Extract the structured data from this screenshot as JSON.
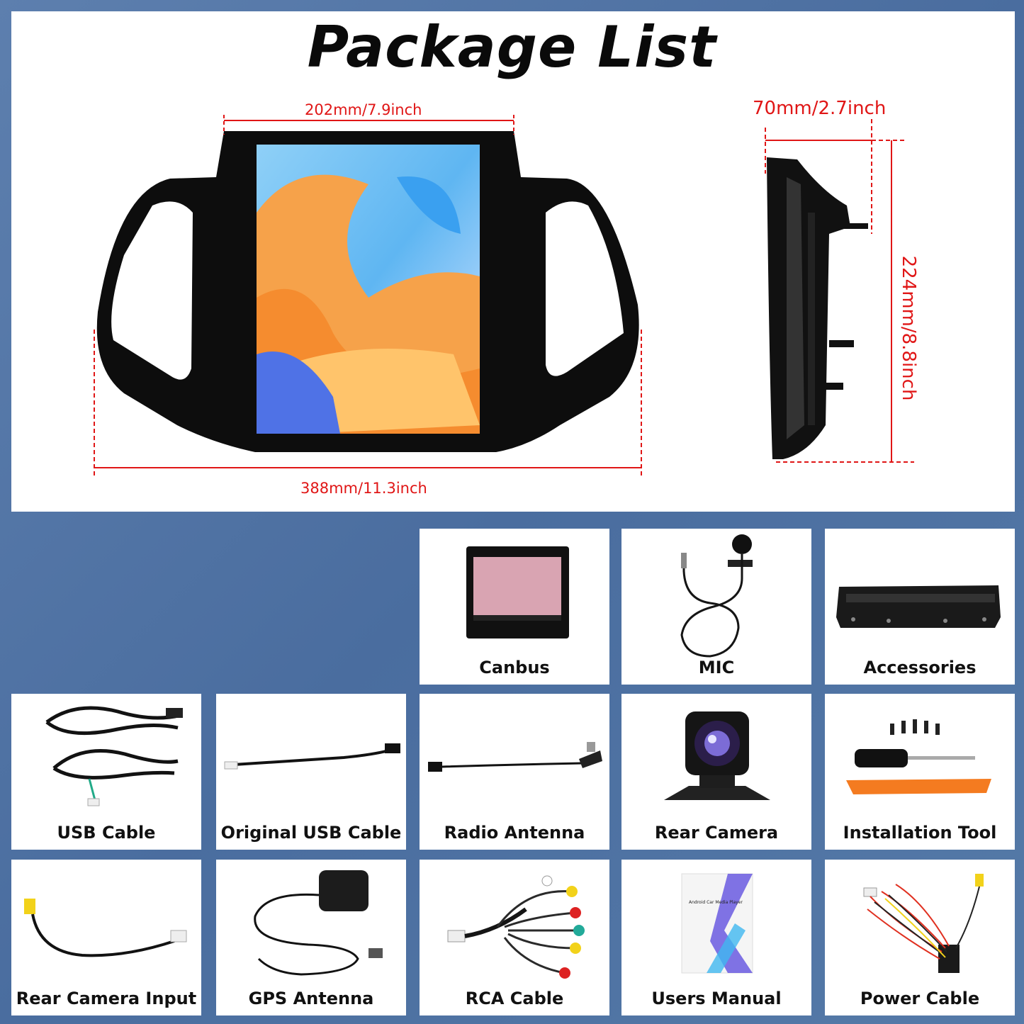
{
  "title": "Package List",
  "dimensions": {
    "screen_width": "202mm/7.9inch",
    "total_width": "388mm/11.3inch",
    "depth": "70mm/2.7inch",
    "height": "224mm/8.8inch"
  },
  "items": [
    {
      "label": "Canbus"
    },
    {
      "label": "MIC"
    },
    {
      "label": "Accessories"
    },
    {
      "label": "USB Cable"
    },
    {
      "label": "Original USB Cable"
    },
    {
      "label": "Radio Antenna"
    },
    {
      "label": "Rear Camera"
    },
    {
      "label": "Installation Tool"
    },
    {
      "label": "Rear Camera Input"
    },
    {
      "label": "GPS Antenna"
    },
    {
      "label": "RCA Cable"
    },
    {
      "label": "Users Manual"
    },
    {
      "label": "Power Cable"
    }
  ],
  "manual_cover_text": "Android Car Media Player",
  "colors": {
    "dimension": "#e01616",
    "background": "#4a6d9f",
    "accent_orange": "#f47b20"
  }
}
